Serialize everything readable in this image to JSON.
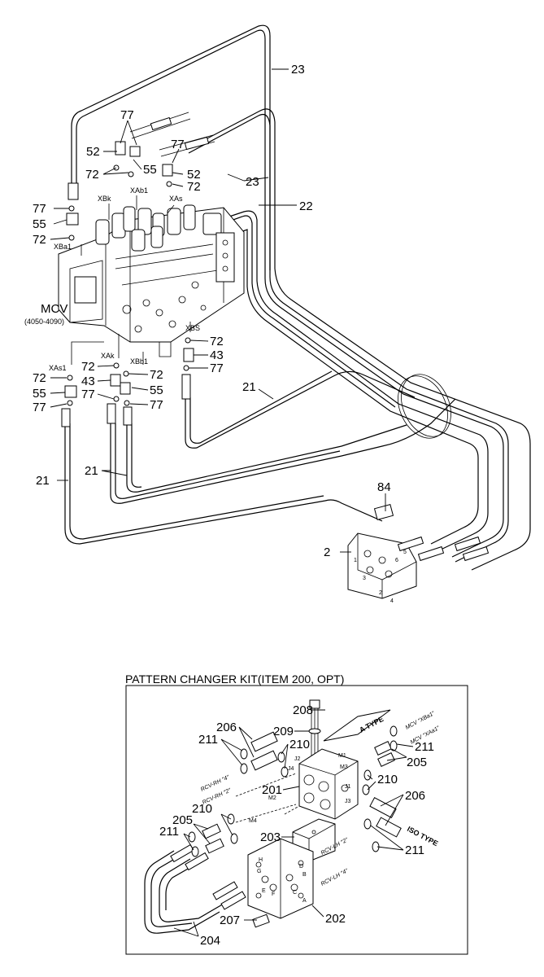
{
  "main_labels": {
    "l23a": "23",
    "l23b": "23",
    "l22": "22",
    "l77a": "77",
    "l77b": "77",
    "l77c": "77",
    "l77d": "77",
    "l77e": "77",
    "l77f": "77",
    "l77g": "77",
    "l52a": "52",
    "l52b": "52",
    "l55a": "55",
    "l55b": "55",
    "l55c": "55",
    "l55d": "55",
    "l72a": "72",
    "l72b": "72",
    "l72c": "72",
    "l72d": "72",
    "l72e": "72",
    "l72f": "72",
    "l72g": "72",
    "l43a": "43",
    "l43b": "43",
    "l21a": "21",
    "l21b": "21",
    "l21c": "21",
    "l84": "84",
    "l2": "2",
    "mcv": "MCV",
    "mcv_range": "(4050-4090)"
  },
  "ports": {
    "xbk": "XBk",
    "xab1": "XAb1",
    "xas": "XAs",
    "xba1": "XBa1",
    "xas1": "XAs1",
    "xak": "XAk",
    "xbb1": "XBb1",
    "xbs": "XBS"
  },
  "valve_ports": {
    "p1": "1",
    "p2": "2",
    "p3": "3",
    "p4": "4",
    "p5": "5",
    "p6": "6"
  },
  "kit": {
    "title": "PATTERN CHANGER KIT(ITEM 200, OPT)",
    "labels": {
      "k208": "208",
      "k209": "209",
      "k206a": "206",
      "k206b": "206",
      "k211a": "211",
      "k211b": "211",
      "k211c": "211",
      "k211d": "211",
      "k210a": "210",
      "k210b": "210",
      "k210c": "210",
      "k205a": "205",
      "k205b": "205",
      "k201": "201",
      "k203": "203",
      "k202": "202",
      "k207": "207",
      "k204": "204"
    },
    "callouts": {
      "a_type": "A TYPE",
      "iso_type": "ISO TYPE",
      "rcv_rh_4": "RCV-RH \"4\"",
      "rcv_rh_2": "RCV-RH \"2\"",
      "rcv_lh_2": "RCV-LH \"2\"",
      "rcv_lh_4": "RCV-LH \"4\"",
      "mcv_xba1": "MCV \"XBa1\"",
      "mcv_xaa1": "MCV \"XAa1\""
    },
    "block_ports": {
      "m1": "M1",
      "m2": "M2",
      "m3": "M3",
      "m4": "M4",
      "j1": "J1",
      "j2": "J2",
      "j3": "J3",
      "j4": "J4"
    },
    "plate_ports": {
      "b": "B",
      "d": "D",
      "a": "A",
      "c": "C",
      "e": "E",
      "f": "F",
      "g": "G",
      "h": "H"
    }
  }
}
